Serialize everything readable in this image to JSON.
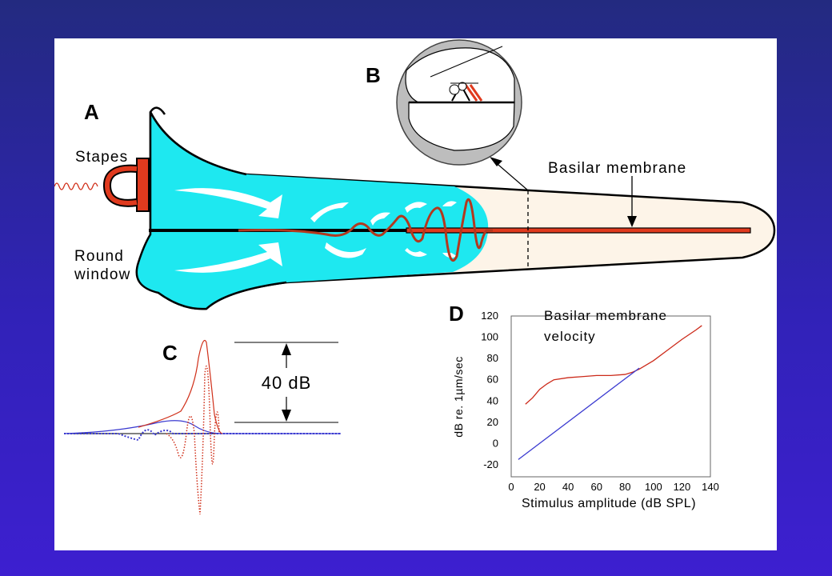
{
  "panels": {
    "a": "A",
    "b": "B",
    "c": "C",
    "d": "D"
  },
  "labels": {
    "stapes": "Stapes",
    "round_window_1": "Round",
    "round_window_2": "window",
    "basilar_membrane": "Basilar membrane",
    "db_scale": "40 dB"
  },
  "chart_data": {
    "type": "line",
    "title_line1": "Basilar membrane",
    "title_line2": "velocity",
    "xlabel": "Stimulus amplitude (dB SPL)",
    "ylabel": "dB re. 1µm/sec",
    "xlim": [
      0,
      140
    ],
    "ylim": [
      -20,
      120
    ],
    "xticks": [
      0,
      20,
      40,
      60,
      80,
      100,
      120,
      140
    ],
    "yticks": [
      -20,
      0,
      20,
      40,
      60,
      80,
      100,
      120
    ],
    "series": [
      {
        "color": "#cc2a1a",
        "x": [
          10,
          15,
          20,
          25,
          30,
          40,
          50,
          60,
          70,
          80,
          85,
          90,
          100,
          110,
          120,
          130,
          134
        ],
        "y": [
          37,
          43,
          51,
          56,
          60,
          62,
          63,
          64,
          64,
          65,
          67,
          70,
          78,
          88,
          98,
          107,
          111
        ]
      },
      {
        "color": "#3a3ad0",
        "x": [
          5,
          90
        ],
        "y": [
          -15,
          71
        ]
      }
    ]
  },
  "colors": {
    "fluid": "#1ee8f0",
    "cochlea_body": "#fdf4e8",
    "membrane_red": "#e03a1e",
    "wave_brown": "#b3381e"
  }
}
